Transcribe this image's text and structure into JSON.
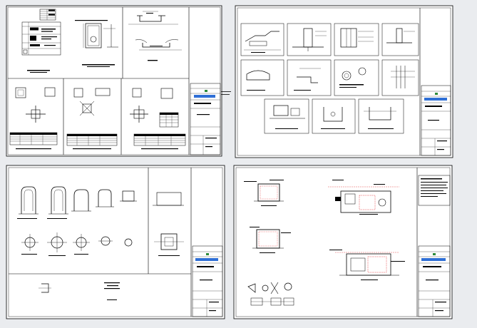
{
  "viewer": {
    "background": "#eaecef",
    "sheet_fill": "#ffffff",
    "line_color": "#000000",
    "accent_red": "#e0262b",
    "accent_blue": "#2f6fd6",
    "accent_green": "#2e8b3a"
  },
  "sheets": [
    {
      "id": "sheet-top-left",
      "title_box": {
        "project_code": "",
        "sheet_no": ""
      }
    },
    {
      "id": "sheet-top-right",
      "title_box": {
        "project_code": "",
        "sheet_no": ""
      }
    },
    {
      "id": "sheet-bottom-left",
      "title_box": {
        "project_code": "",
        "sheet_no": ""
      }
    },
    {
      "id": "sheet-bottom-right",
      "title_box": {
        "project_code": "",
        "sheet_no": ""
      }
    }
  ]
}
